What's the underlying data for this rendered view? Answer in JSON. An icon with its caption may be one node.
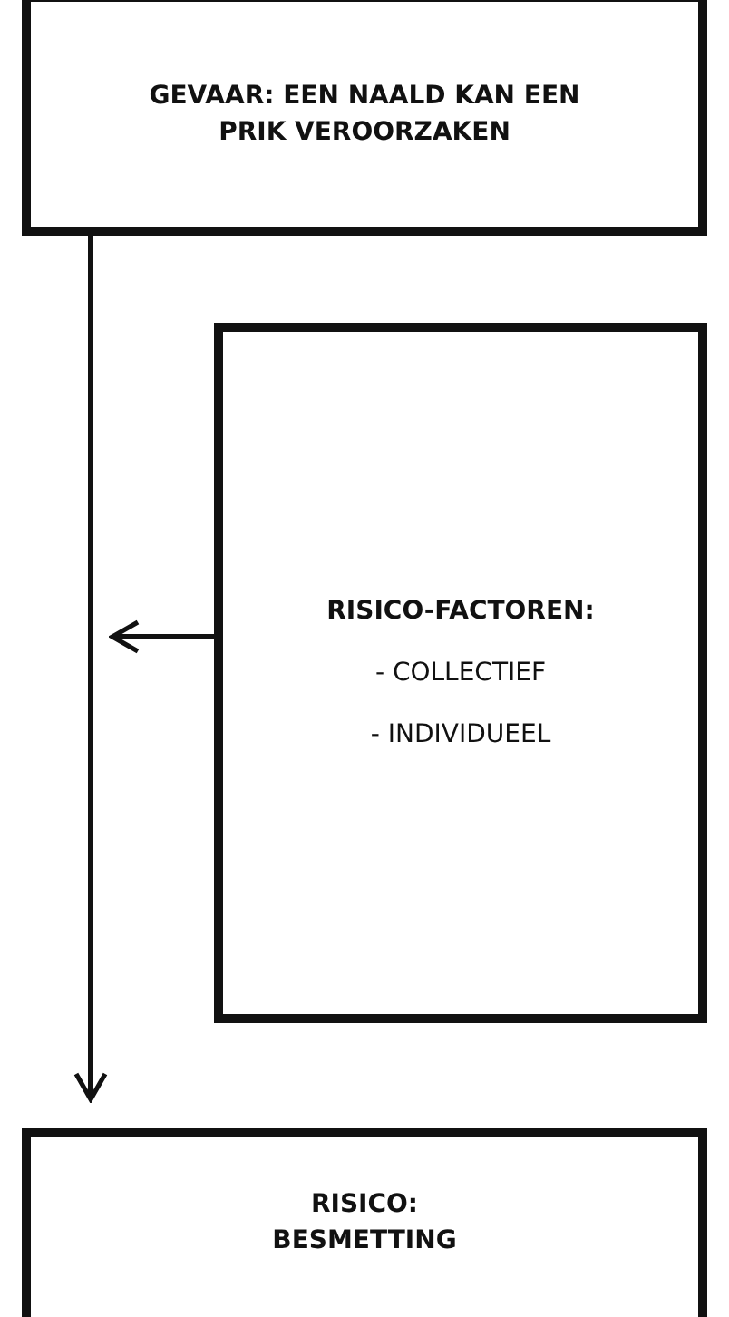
{
  "diagram": {
    "nodes": [
      {
        "text": [
          "GEVAAR: EEN NAALD KAN EEN PRIK VEROORZAKEN"
        ]
      },
      {
        "text": [
          "RISICO-FACTOREN:",
          "- COLLECTIEF",
          "- INDIVIDUEEL"
        ]
      },
      {
        "text": [
          "RISICO: BESMETTING"
        ]
      }
    ],
    "edges": [
      {
        "from": 0,
        "to": 2,
        "arrow": "to"
      },
      {
        "from": 1,
        "to": null,
        "arrow": "to"
      }
    ]
  }
}
